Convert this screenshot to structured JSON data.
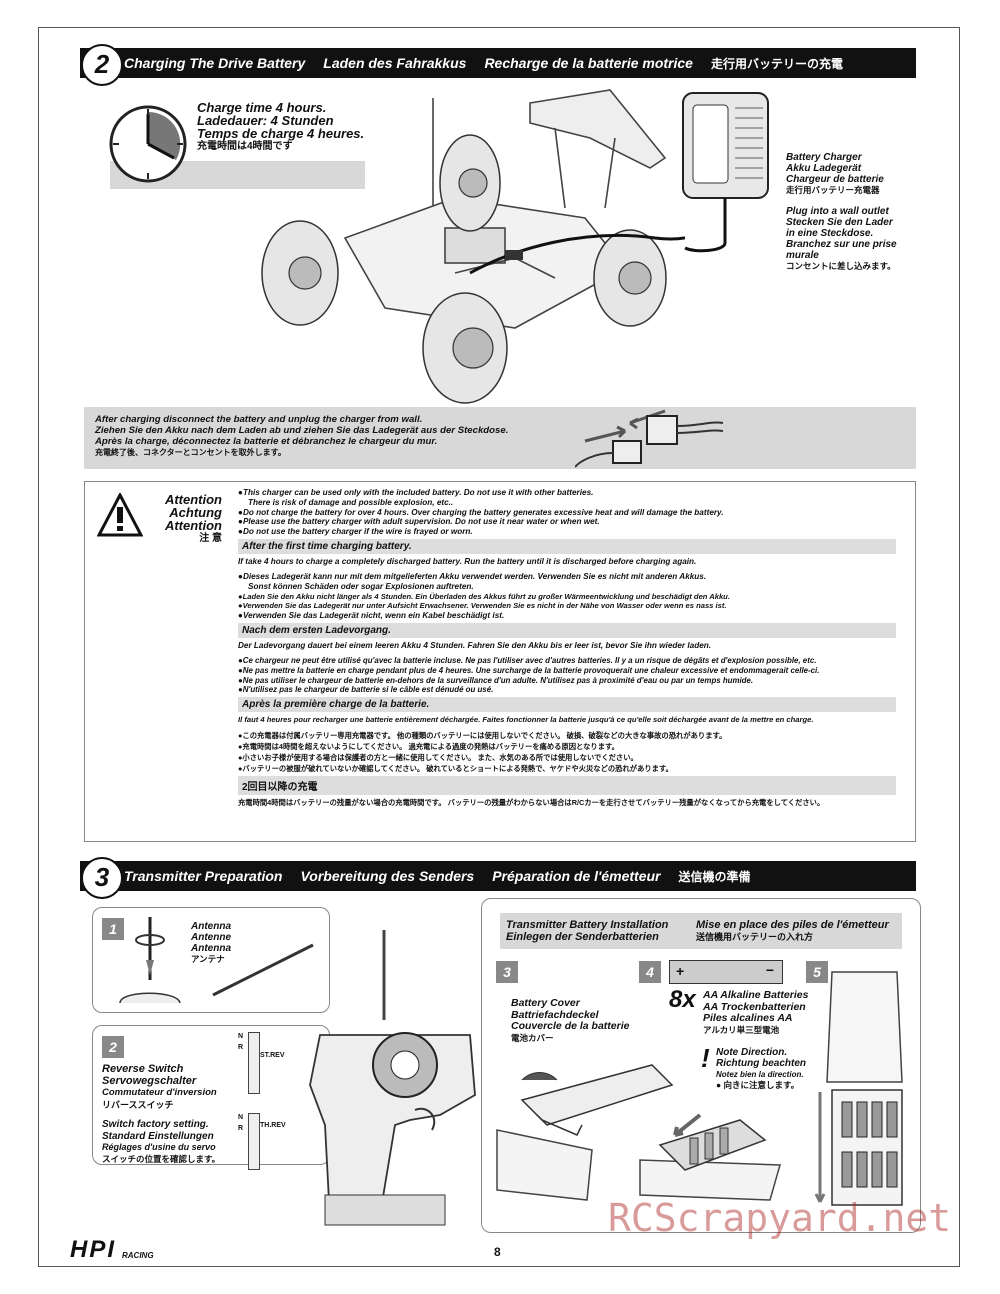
{
  "section2": {
    "number": "2",
    "titles": [
      "Charging The Drive Battery",
      "Laden des Fahrakkus",
      "Recharge de la batterie motrice",
      "走行用バッテリーの充電"
    ],
    "charge_time": [
      "Charge time 4 hours.",
      "Ladedauer: 4 Stunden",
      "Temps de charge 4 heures.",
      "充電時間は4時間です"
    ],
    "charger_label": [
      "Battery Charger",
      "Akku Ladegerät",
      "Chargeur de batterie",
      "走行用バッテリー充電器"
    ],
    "plug_label": [
      "Plug into a wall outlet",
      "Stecken Sie den Lader",
      "in eine Steckdose.",
      "Branchez sur une prise",
      "murale",
      "コンセントに差し込みます。"
    ],
    "after_charging": [
      "After charging disconnect the battery and unplug the charger from wall.",
      "Ziehen Sie den Akku nach dem Laden ab und ziehen Sie das Ladegerät aus der Steckdose.",
      "Après la charge, déconnectez la batterie et débranchez le chargeur du mur.",
      "充電終了後、コネクターとコンセントを取外します。"
    ]
  },
  "attention": {
    "labels": [
      "Attention",
      "Achtung",
      "Attention",
      "注 意"
    ],
    "en": [
      "●This charger can be used only with the included battery. Do not use it with other batteries.",
      "There is risk of  damage and possible explosion, etc..",
      "●Do not charge the battery for over 4 hours. Over charging the battery generates excessive heat and will damage the battery.",
      "●Please use the battery charger with adult supervision. Do not use it near water or when wet.",
      "●Do not use the battery charger if the wire is frayed or worn."
    ],
    "en_head": "After the first time charging battery.",
    "en_body": "If take 4 hours to charge a completely discharged battery. Run the battery until it is discharged before charging again.",
    "de": [
      "●Dieses Ladegerät kann nur mit dem mitgelieferten Akku verwendet werden. Verwenden Sie es nicht mit anderen Akkus.",
      "Sonst können Schäden oder sogar Explosionen auftreten.",
      "●Laden Sie den Akku nicht länger als 4 Stunden. Ein Überladen des Akkus führt zu großer Wärmeentwicklung und beschädigt den Akku.",
      "●Verwenden Sie das Ladegerät nur unter Aufsicht Erwachsener. Verwenden Sie es nicht in der Nähe von Wasser oder wenn es nass ist.",
      "●Verwenden Sie das Ladegerät nicht, wenn ein Kabel beschädigt ist."
    ],
    "de_head": "Nach dem ersten Ladevorgang.",
    "de_body": "Der Ladevorgang dauert bei einem leeren Akku 4 Stunden. Fahren Sie den Akku bis er leer ist, bevor Sie ihn wieder laden.",
    "fr": [
      "●Ce chargeur ne peut être utilisé qu'avec la batterie incluse. Ne pas l'utiliser avec d'autres batteries. Il y a un risque de dégâts et d'explosion possible, etc.",
      "●Ne pas mettre la batterie en charge pendant plus de 4 heures. Une surcharge de la batterie provoquerait une chaleur excessive et endommagerait celle-ci.",
      "●Ne pas utiliser le chargeur de batterie en-dehors de la surveillance d'un adulte.  N'utilisez pas à proximité d'eau ou par un temps humide.",
      "●N'utilisez pas le chargeur de batterie si le câble est dénudé ou usé."
    ],
    "fr_head": "Après la première charge de la batterie.",
    "fr_body": "Il faut 4 heures pour recharger une batterie entièrement déchargée. Faites fonctionner la batterie jusqu'à ce qu'elle soit déchargée avant de la mettre en charge.",
    "jp": [
      "●この充電器は付属バッテリー専用充電器です。 他の種類のバッテリーには使用しないでください。 破損、破裂などの大きな事故の恐れがあります。",
      "●充電時間は4時間を超えないようにしてください。 過充電による過度の発熱はバッテリーを痛める原因となります。",
      "●小さいお子様が使用する場合は保護者の方と一緒に使用してください。 また、水気のある所では使用しないでください。",
      "●バッテリーの被服が破れていないか確認してください。 破れているとショートによる発熱で、ヤケドや火災などの恐れがあります。"
    ],
    "jp_head": "2回目以降の充電",
    "jp_body": "充電時間4時間はバッテリーの残量がない場合の充電時間です。 バッテリーの残量がわからない場合はR/Cカーを走行させてバッテリー残量がなくなってから充電をしてください。"
  },
  "section3": {
    "number": "3",
    "titles": [
      "Transmitter Preparation",
      "Vorbereitung des Senders",
      "Préparation de l'émetteur",
      "送信機の準備"
    ],
    "step1": {
      "badge": "1",
      "labels": [
        "Antenna",
        "Antenne",
        "Antenna",
        "アンテナ"
      ]
    },
    "step2": {
      "badge": "2",
      "labels": [
        "Reverse Switch",
        "Servowegschalter",
        "Commutateur d'inversion",
        "リバーススイッチ"
      ],
      "factory": [
        "Switch factory setting.",
        "Standard Einstellungen",
        "Réglages d'usine du servo",
        "スイッチの位置を確認します。"
      ],
      "st": "ST.REV",
      "th": "TH.REV",
      "nr": [
        "N",
        "R"
      ]
    },
    "battery_install": [
      "Transmitter Battery Installation",
      "Einlegen der Senderbatterien",
      "Mise en place des piles de l'émetteur",
      "送信機用バッテリーの入れ方"
    ],
    "step3": {
      "badge": "3",
      "labels": [
        "Battery Cover",
        "Battriefachdeckel",
        "Couvercle de la batterie",
        "電池カバー"
      ]
    },
    "step4": {
      "badge": "4",
      "count": "8x",
      "labels": [
        "AA Alkaline Batteries",
        "AA Trockenbatterien",
        "Piles alcalines AA",
        "アルカリ単三型電池"
      ],
      "plus": "+",
      "minus": "−"
    },
    "note": [
      "Note Direction.",
      "Richtung beachten",
      "Notez bien la direction.",
      "● 向きに注意します。"
    ],
    "step5": {
      "badge": "5"
    }
  },
  "footer": {
    "page": "8",
    "logo": "HPI",
    "logo_sub": "RACING",
    "watermark": "RCScrapyard.net"
  }
}
